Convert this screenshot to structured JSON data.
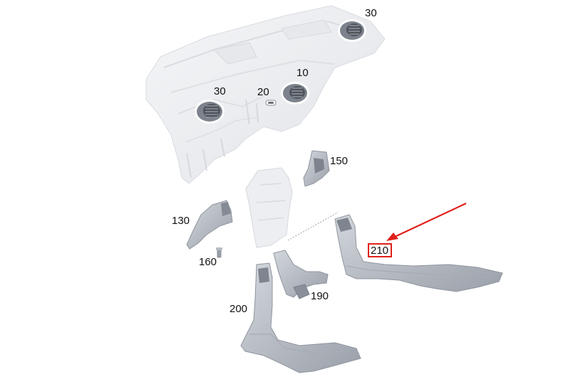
{
  "diagram": {
    "highlight_color": "#e0201b",
    "part_color": "#b9bec6",
    "assembly_color": "#eceef1",
    "callouts": {
      "c10": "10",
      "c20": "20",
      "c30_right": "30",
      "c30_left": "30",
      "c130": "130",
      "c150": "150",
      "c160": "160",
      "c190": "190",
      "c200": "200",
      "c210": "210"
    },
    "highlighted_part": "210"
  }
}
